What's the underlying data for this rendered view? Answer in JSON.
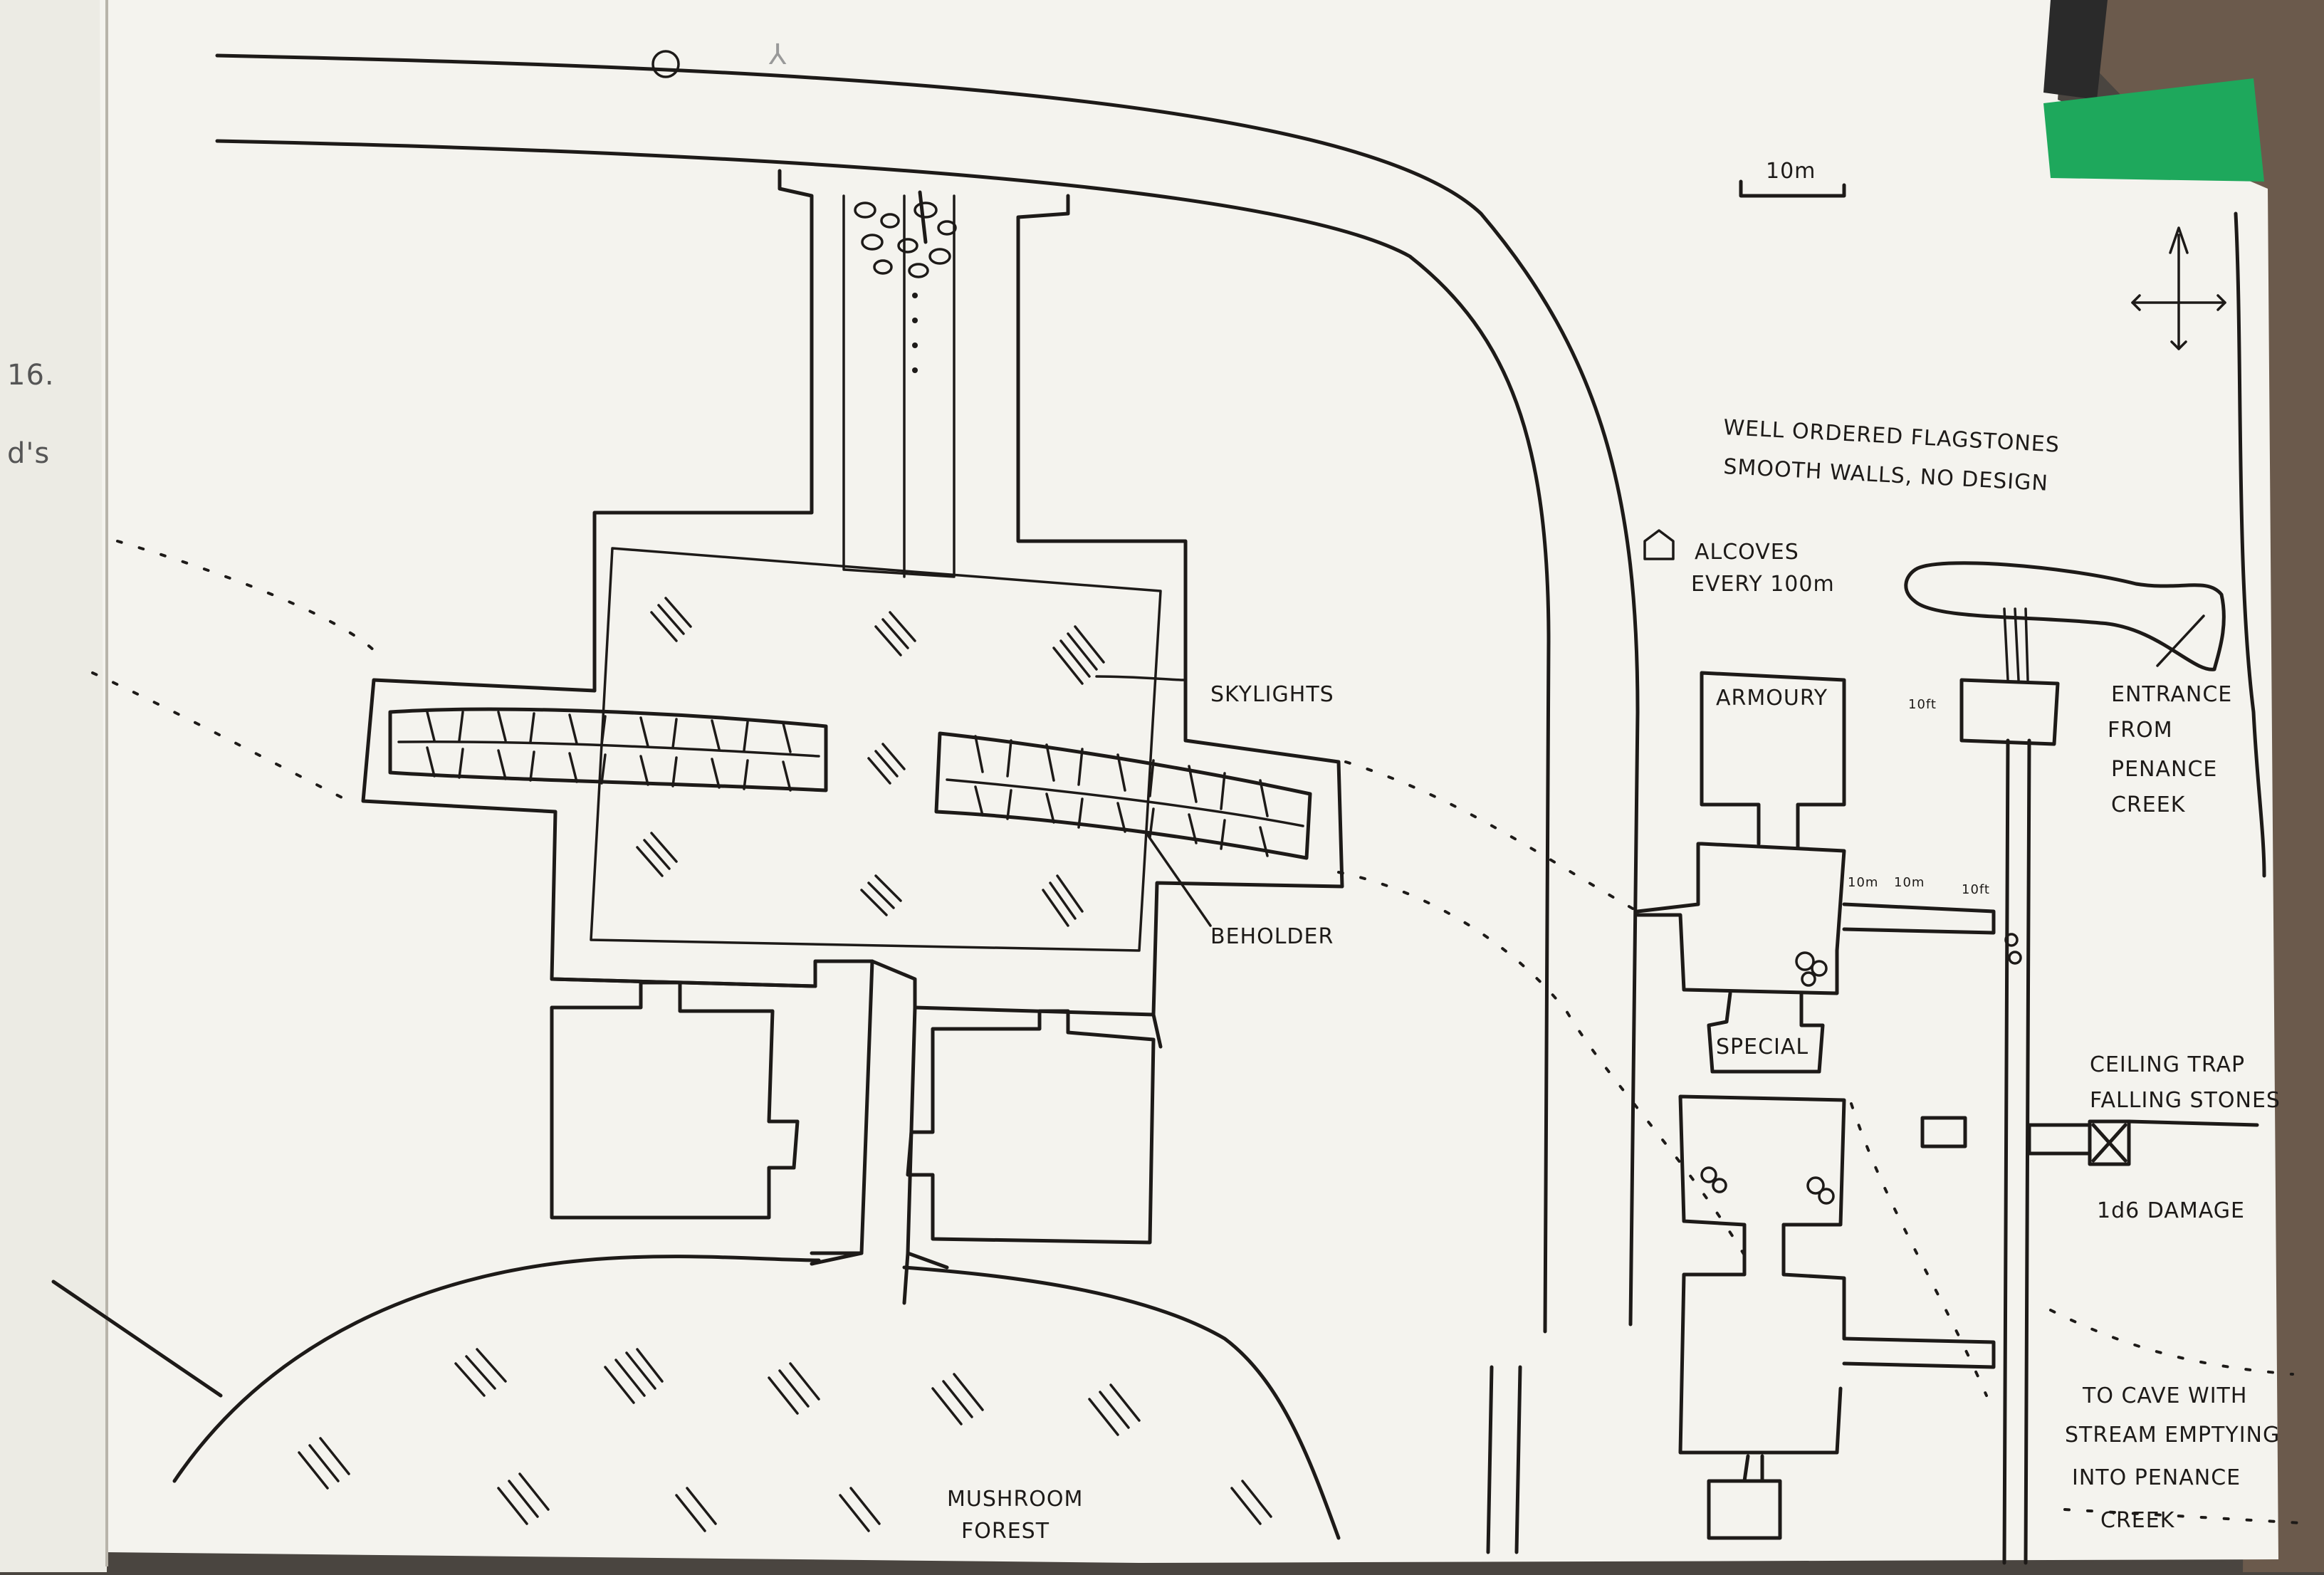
{
  "labels": {
    "scale": "10m",
    "flagstones": "WELL ORDERED FLAGSTONES",
    "walls": "SMOOTH WALLS, NO DESIGN",
    "alcoves_1": "ALCOVES",
    "alcoves_2": "EVERY 100m",
    "skylights": "SKYLIGHTS",
    "beholder": "BEHOLDER",
    "armoury": "ARMOURY",
    "special": "SPECIAL",
    "entrance_1": "ENTRANCE",
    "entrance_2": "FROM",
    "entrance_3": "PENANCE",
    "entrance_4": "CREEK",
    "trap_1": "CEILING TRAP",
    "trap_2": "FALLING STONES",
    "damage": "1d6 DAMAGE",
    "cave_1": "TO CAVE WITH",
    "cave_2": "STREAM EMPTYING",
    "cave_3": "INTO PENANCE",
    "cave_4": "CREEK",
    "forest_1": "MUSHROOM",
    "forest_2": "FOREST",
    "tenft_a": "10ft",
    "tenm_a": "10m",
    "tenm_b": "10m",
    "tenft_b": "10ft",
    "margin_1": "16.",
    "margin_2": "d's"
  }
}
